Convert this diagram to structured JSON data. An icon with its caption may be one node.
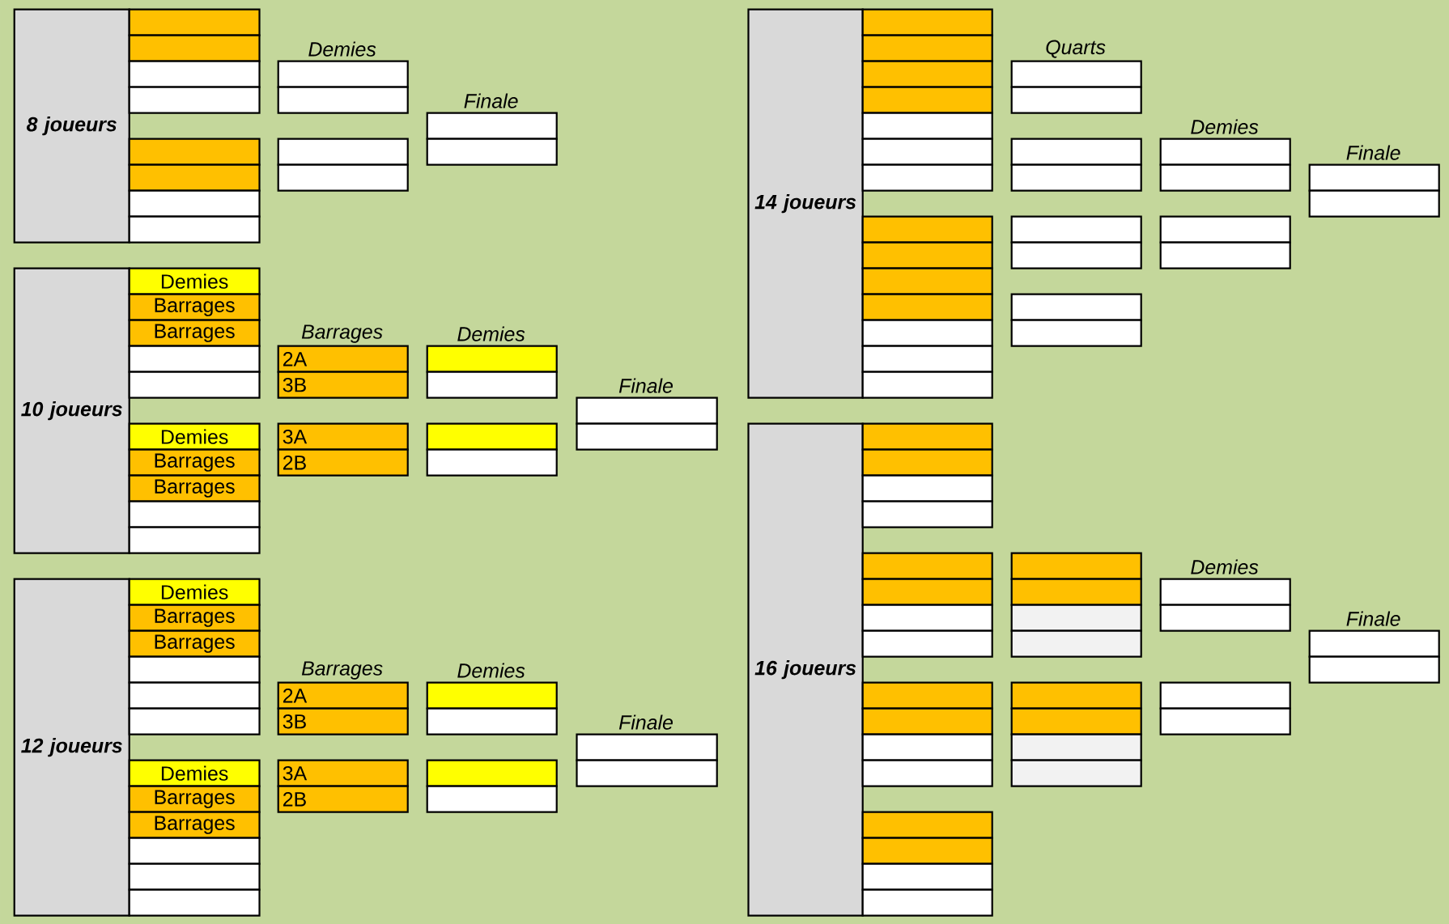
{
  "diagram": {
    "nodes": [
      {
        "text": [
          "8 joueurs"
        ]
      },
      {
        "text": [],
        "shape": "box"
      },
      {
        "text": [],
        "shape": "box"
      },
      {
        "text": [],
        "shape": "box"
      },
      {
        "text": [],
        "shape": "box"
      },
      {
        "text": [],
        "shape": "box"
      },
      {
        "text": [],
        "shape": "box"
      },
      {
        "text": [],
        "shape": "box"
      },
      {
        "text": [],
        "shape": "box"
      },
      {
        "text": [],
        "shape": "box"
      },
      {
        "text": [],
        "shape": "box"
      },
      {
        "text": [],
        "shape": "box"
      },
      {
        "text": [],
        "shape": "box"
      },
      {
        "text": [],
        "shape": "box"
      },
      {
        "text": [],
        "shape": "box"
      },
      {
        "text": [
          "10 joueurs"
        ]
      },
      {
        "text": [
          "Demies"
        ]
      },
      {
        "text": [
          "Barrages"
        ]
      },
      {
        "text": [
          "Barrages"
        ]
      },
      {
        "text": [],
        "shape": "box"
      },
      {
        "text": [],
        "shape": "box"
      },
      {
        "text": [
          "Demies"
        ]
      },
      {
        "text": [
          "Barrages"
        ]
      },
      {
        "text": [
          "Barrages"
        ]
      },
      {
        "text": [],
        "shape": "box"
      },
      {
        "text": [],
        "shape": "box"
      },
      {
        "text": [
          "2A"
        ]
      },
      {
        "text": [
          "3B"
        ]
      },
      {
        "text": [
          "3A"
        ]
      },
      {
        "text": [
          "2B"
        ]
      },
      {
        "text": [],
        "shape": "box"
      },
      {
        "text": [],
        "shape": "box"
      },
      {
        "text": [],
        "shape": "box"
      },
      {
        "text": [],
        "shape": "box"
      },
      {
        "text": [],
        "shape": "box"
      },
      {
        "text": [],
        "shape": "box"
      },
      {
        "text": [
          "12 joueurs"
        ]
      },
      {
        "text": [
          "Demies"
        ]
      },
      {
        "text": [
          "Barrages"
        ]
      },
      {
        "text": [
          "Barrages"
        ]
      },
      {
        "text": [],
        "shape": "box"
      },
      {
        "text": [],
        "shape": "box"
      },
      {
        "text": [],
        "shape": "box"
      },
      {
        "text": [
          "Demies"
        ]
      },
      {
        "text": [
          "Barrages"
        ]
      },
      {
        "text": [
          "Barrages"
        ]
      },
      {
        "text": [],
        "shape": "box"
      },
      {
        "text": [],
        "shape": "box"
      },
      {
        "text": [],
        "shape": "box"
      },
      {
        "text": [
          "2A"
        ]
      },
      {
        "text": [
          "3B"
        ]
      },
      {
        "text": [
          "3A"
        ]
      },
      {
        "text": [
          "2B"
        ]
      },
      {
        "text": [],
        "shape": "box"
      },
      {
        "text": [],
        "shape": "box"
      },
      {
        "text": [],
        "shape": "box"
      },
      {
        "text": [],
        "shape": "box"
      },
      {
        "text": [],
        "shape": "box"
      },
      {
        "text": [],
        "shape": "box"
      },
      {
        "text": [
          "14 joueurs"
        ]
      },
      {
        "text": [],
        "shape": "box"
      },
      {
        "text": [],
        "shape": "box"
      },
      {
        "text": [],
        "shape": "box"
      },
      {
        "text": [],
        "shape": "box"
      },
      {
        "text": [],
        "shape": "box"
      },
      {
        "text": [],
        "shape": "box"
      },
      {
        "text": [],
        "shape": "box"
      },
      {
        "text": [],
        "shape": "box"
      },
      {
        "text": [],
        "shape": "box"
      },
      {
        "text": [],
        "shape": "box"
      },
      {
        "text": [],
        "shape": "box"
      },
      {
        "text": [],
        "shape": "box"
      },
      {
        "text": [],
        "shape": "box"
      },
      {
        "text": [],
        "shape": "box"
      },
      {
        "text": [],
        "shape": "box"
      },
      {
        "text": [],
        "shape": "box"
      },
      {
        "text": [],
        "shape": "box"
      },
      {
        "text": [],
        "shape": "box"
      },
      {
        "text": [],
        "shape": "box"
      },
      {
        "text": [],
        "shape": "box"
      },
      {
        "text": [],
        "shape": "box"
      },
      {
        "text": [],
        "shape": "box"
      },
      {
        "text": [],
        "shape": "box"
      },
      {
        "text": [],
        "shape": "box"
      },
      {
        "text": [],
        "shape": "box"
      },
      {
        "text": [],
        "shape": "box"
      },
      {
        "text": [],
        "shape": "box"
      },
      {
        "text": [],
        "shape": "box"
      },
      {
        "text": [
          "16 joueurs"
        ]
      },
      {
        "text": [],
        "shape": "box"
      },
      {
        "text": [],
        "shape": "box"
      },
      {
        "text": [],
        "shape": "box"
      },
      {
        "text": [],
        "shape": "box"
      },
      {
        "text": [],
        "shape": "box"
      },
      {
        "text": [],
        "shape": "box"
      },
      {
        "text": [],
        "shape": "box"
      },
      {
        "text": [],
        "shape": "box"
      },
      {
        "text": [],
        "shape": "box"
      },
      {
        "text": [],
        "shape": "box"
      },
      {
        "text": [],
        "shape": "box"
      },
      {
        "text": [],
        "shape": "box"
      },
      {
        "text": [],
        "shape": "box"
      },
      {
        "text": [],
        "shape": "box"
      },
      {
        "text": [],
        "shape": "box"
      },
      {
        "text": [],
        "shape": "box"
      },
      {
        "text": [],
        "shape": "box"
      },
      {
        "text": [],
        "shape": "box"
      },
      {
        "text": [],
        "shape": "box"
      },
      {
        "text": [],
        "shape": "box"
      },
      {
        "text": [],
        "shape": "box"
      },
      {
        "text": [],
        "shape": "box"
      },
      {
        "text": [],
        "shape": "box"
      },
      {
        "text": [],
        "shape": "box"
      },
      {
        "text": [],
        "shape": "box"
      },
      {
        "text": [],
        "shape": "box"
      },
      {
        "text": [],
        "shape": "box"
      },
      {
        "text": [],
        "shape": "box"
      },
      {
        "text": [],
        "shape": "box"
      },
      {
        "text": [],
        "shape": "box"
      }
    ],
    "labels": [
      "Demies",
      "Finale",
      "Barrages",
      "Demies",
      "Finale",
      "Barrages",
      "Demies",
      "Finale",
      "Quarts",
      "Demies",
      "Finale",
      "Demies",
      "Finale"
    ]
  }
}
